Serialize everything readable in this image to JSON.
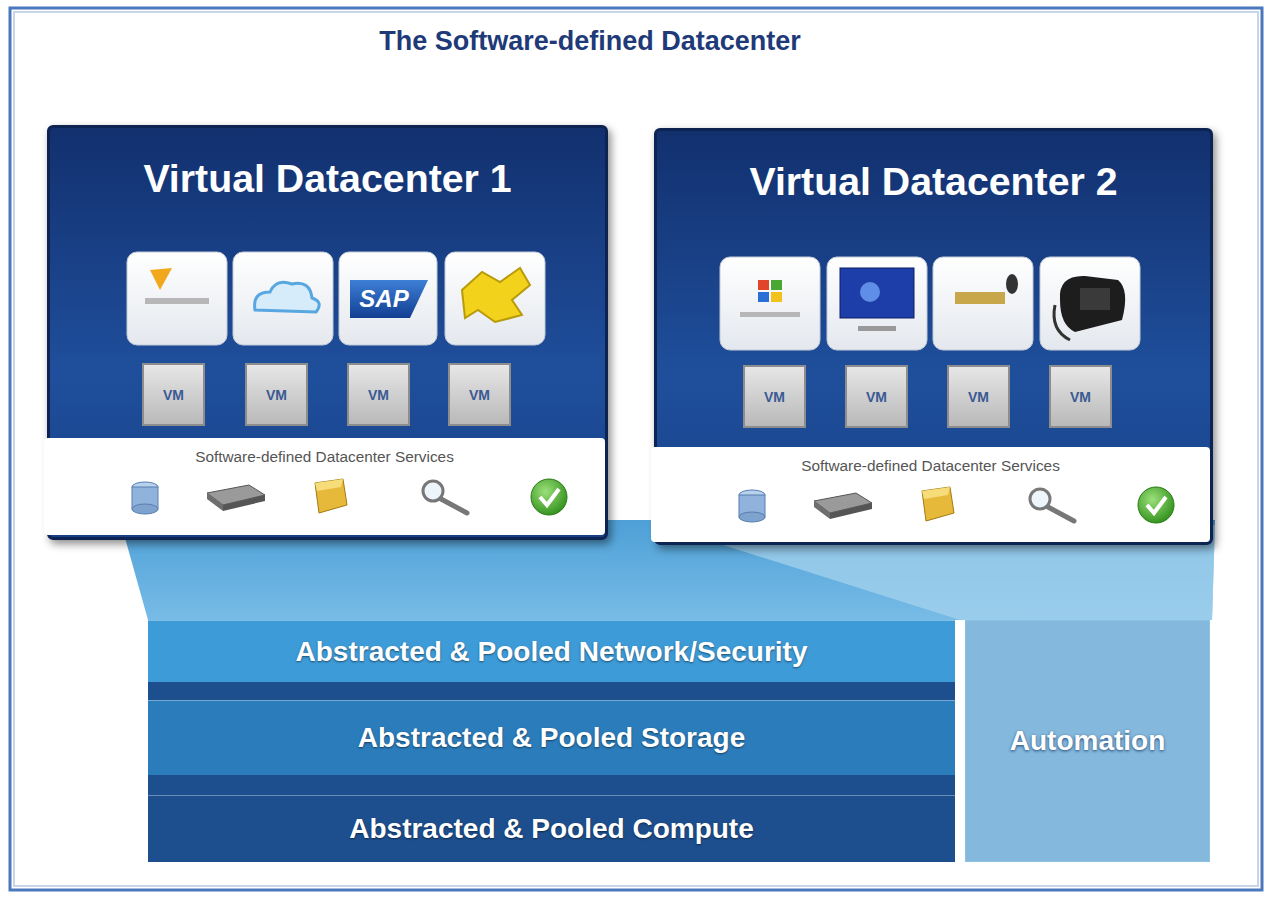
{
  "diagram": {
    "title": "The Software-defined Datacenter",
    "nodes": [
      {
        "text": [
          "Virtual Datacenter 1"
        ]
      },
      {
        "text": [
          "VM"
        ],
        "in": 0
      },
      {
        "text": [
          "VM"
        ],
        "in": 0
      },
      {
        "text": [
          "VM"
        ],
        "in": 0
      },
      {
        "text": [
          "VM"
        ],
        "in": 0
      },
      {
        "text": [
          "Software-defined Datacenter Services"
        ],
        "in": 0
      },
      {
        "text": [
          "Virtual Datacenter 2"
        ]
      },
      {
        "text": [
          "VM"
        ],
        "in": 6
      },
      {
        "text": [
          "VM"
        ],
        "in": 6
      },
      {
        "text": [
          "VM"
        ],
        "in": 6
      },
      {
        "text": [
          "VM"
        ],
        "in": 6
      },
      {
        "text": [
          "Software-defined Datacenter Services"
        ],
        "in": 6
      },
      {
        "text": [
          "Abstracted & Pooled Network/Security"
        ]
      },
      {
        "text": [
          "Abstracted & Pooled Storage"
        ]
      },
      {
        "text": [
          "Abstracted & Pooled Compute"
        ]
      },
      {
        "text": [
          "Automation"
        ]
      }
    ],
    "labels": [
      "SAP"
    ]
  }
}
